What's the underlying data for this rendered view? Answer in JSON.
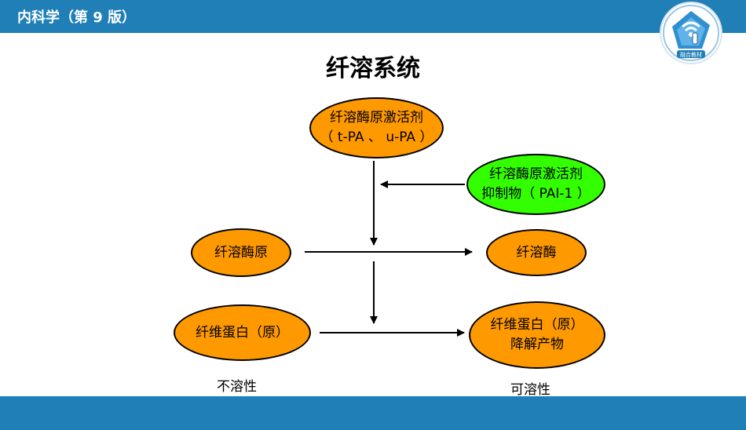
{
  "header": {
    "title": "内科学（第 9 版）"
  },
  "logo": {
    "text": "融合教材",
    "icon": "wifi-hand-icon"
  },
  "slide": {
    "title": "纤溶系统"
  },
  "colors": {
    "bar": "#1f7fb6",
    "node_orange": "#ff9900",
    "node_green": "#33ff00"
  },
  "nodes": {
    "activator": {
      "line1": "纤溶酶原激活剂",
      "line2": "（ t-PA 、 u-PA ）"
    },
    "inhibitor": {
      "line1": "纤溶酶原激活剂",
      "line2": "抑制物（ PAI-1 ）"
    },
    "plasminogen": {
      "line1": "纤溶酶原"
    },
    "plasmin": {
      "line1": "纤溶酶"
    },
    "fibrin": {
      "line1": "纤维蛋白（原）"
    },
    "degradation": {
      "line1": "纤维蛋白（原）",
      "line2": "降解产物"
    }
  },
  "labels": {
    "insoluble": "不溶性",
    "soluble": "可溶性"
  }
}
